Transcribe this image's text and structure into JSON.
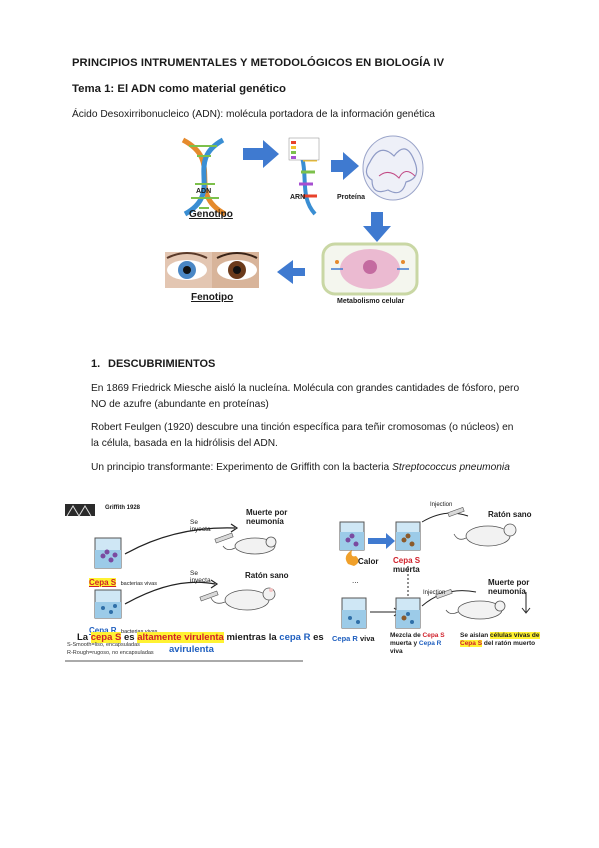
{
  "doc": {
    "course_title": "PRINCIPIOS INTRUMENTALES Y METODOLÓGICOS EN BIOLOGÍA IV",
    "topic_title": "Tema 1: El ADN como material genético",
    "intro": "Ácido Desoxirribonucleico (ADN): molécula portadora de la información genética"
  },
  "figure1": {
    "adn": "ADN",
    "genotipo": "Genotipo",
    "arn": "ARN",
    "proteina": "Proteína",
    "metabolismo": "Metabolismo celular",
    "fenotipo": "Fenotipo"
  },
  "section1": {
    "number": "1.",
    "title": "DESCUBRIMIENTOS",
    "p1": "En 1869 Friedrick Miesche aisló la nucleína. Molécula con grandes cantidades de fósforo, pero NO de azufre (abundante en proteínas)",
    "p2": "Robert Feulgen (1920) descubre una tinción específica para teñir cromosomas (o núcleos) en la célula, basada en la hidrólisis del ADN.",
    "p3_text": "Un principio transformante: Experimento de Griffith con la bacteria ",
    "p3_species": "Streptococcus pneumonia"
  },
  "griffith_left": {
    "header": "Griffith 1928",
    "se_inyecta_1": "Se inyecta",
    "muerte": "Muerte por neumonía",
    "cepa_s": "Cepa S",
    "bacterias_vivas_1": "bacterias vivas",
    "se_inyecta_2": "Se inyecta",
    "raton_sano": "Ratón sano",
    "cepa_r": "Cepa R",
    "bacterias_vivas_2": "bacterias vivas",
    "cap_la": "La",
    "cap_cepa_s": "cepa S",
    "cap_es": "es",
    "cap_virulenta": "altamente virulenta",
    "cap_mientras": "mientras la",
    "cap_cepa_r": "cepa R",
    "cap_es2": "es",
    "cap_avirulenta": "avirulenta",
    "note_s": "S-Smooth=liso, encapsuladas",
    "note_r": "R-Rough=rugoso, no encapsuladas"
  },
  "griffith_right": {
    "injection_1": "Injection",
    "raton_sano": "Ratón sano",
    "calor": "Calor",
    "cepa_s_muerta_1": "Cepa S",
    "cepa_s_muerta_2": "muerta",
    "dots": "...",
    "injection_2": "Injection",
    "muerte": "Muerte por neumonía",
    "cepa_r_viva_1": "Cepa R",
    "cepa_r_viva_2": "viva",
    "mezcla_1": "Mezcla de",
    "mezcla_2": "Cepa S",
    "mezcla_3": "muerta y",
    "mezcla_4": "Cepa R",
    "mezcla_5": "viva",
    "aislan_1": "Se aislan",
    "aislan_2": "células vivas de",
    "aislan_3": "Cepa S",
    "aislan_4": "del ratón muerto"
  },
  "colors": {
    "arrow": "#3f7ad0",
    "red": "#d0202a",
    "blue": "#1f5fbf",
    "highlight": "#fff232"
  },
  "icons": [
    "dna-helix-icon",
    "rna-strand-icon",
    "protein-icon",
    "cell-icon",
    "eyes-icon",
    "beaker-icon",
    "syringe-icon",
    "mouse-icon",
    "flame-icon"
  ]
}
